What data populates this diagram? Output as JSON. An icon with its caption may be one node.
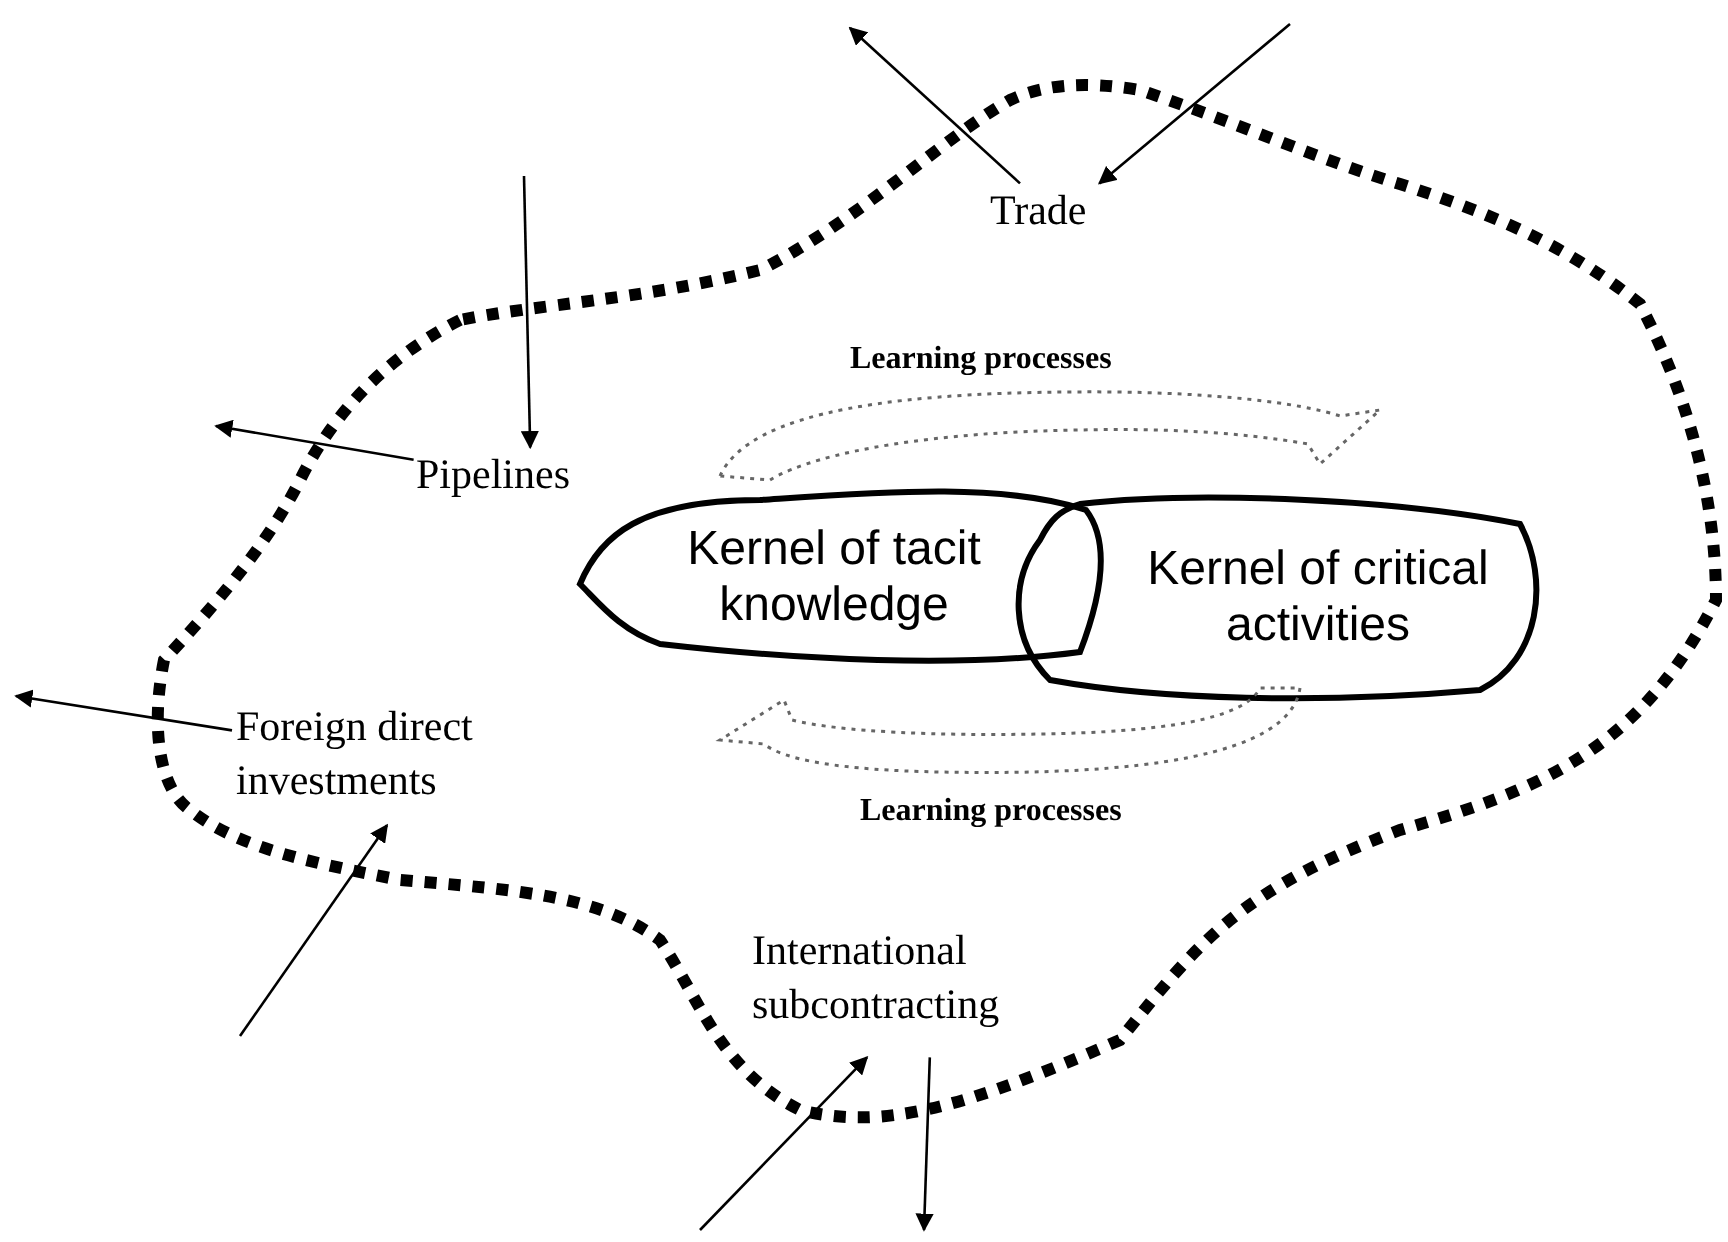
{
  "diagram": {
    "nodes": [
      {
        "text": [],
        "shape": "cloud"
      },
      {
        "text": [
          "Trade"
        ],
        "in": 0
      },
      {
        "text": [
          "Learning processes"
        ],
        "in": 0
      },
      {
        "text": [
          "Pipelines"
        ],
        "in": 0
      },
      {
        "text": [
          "Kernel of tacit knowledge"
        ],
        "in": 0
      },
      {
        "text": [
          "Kernel of critical activities"
        ],
        "in": 0
      },
      {
        "text": [
          "Foreign direct investments"
        ],
        "in": 0
      },
      {
        "text": [
          "Learning processes"
        ],
        "in": 0
      },
      {
        "text": [
          "International subcontracting"
        ],
        "in": 0
      }
    ],
    "edges": [
      {
        "from": 1,
        "to": null,
        "arrow": "to"
      },
      {
        "from": null,
        "to": 1,
        "arrow": "to"
      },
      {
        "from": null,
        "to": 3,
        "arrow": "to"
      },
      {
        "from": 3,
        "to": null,
        "arrow": "to"
      },
      {
        "from": 6,
        "to": null,
        "arrow": "to"
      },
      {
        "from": null,
        "to": 6,
        "arrow": "to"
      },
      {
        "from": null,
        "to": 8,
        "arrow": "to"
      },
      {
        "from": 8,
        "to": null,
        "arrow": "to"
      }
    ]
  }
}
